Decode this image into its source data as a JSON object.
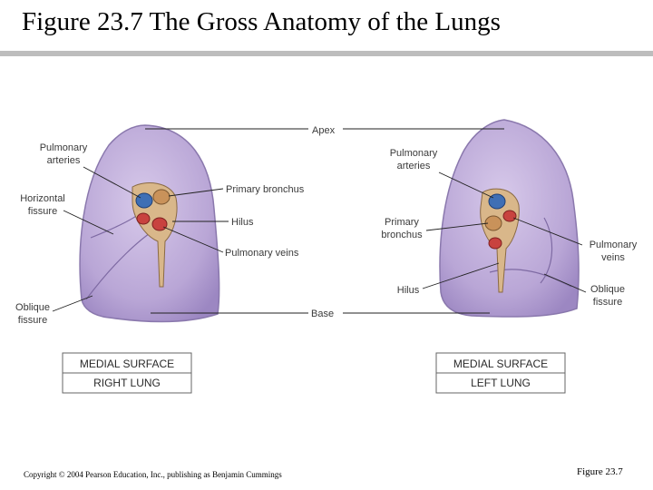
{
  "title": "Figure 23.7  The Gross Anatomy of the Lungs",
  "labels": {
    "apex": "Apex",
    "base": "Base",
    "right_pulmonary_arteries": [
      "Pulmonary",
      "arteries"
    ],
    "horizontal_fissure": [
      "Horizontal",
      "fissure"
    ],
    "oblique_fissure_right": [
      "Oblique",
      "fissure"
    ],
    "primary_bronchus_right": "Primary bronchus",
    "hilus_right": "Hilus",
    "pulmonary_veins_right": "Pulmonary veins",
    "left_pulmonary_arteries": [
      "Pulmonary",
      "arteries"
    ],
    "primary_bronchus_left": [
      "Primary",
      "bronchus"
    ],
    "hilus_left": "Hilus",
    "pulmonary_veins_left": [
      "Pulmonary",
      "veins"
    ],
    "oblique_fissure_left": [
      "Oblique",
      "fissure"
    ]
  },
  "panels": {
    "right": {
      "surface": "MEDIAL SURFACE",
      "name": "RIGHT LUNG"
    },
    "left": {
      "surface": "MEDIAL SURFACE",
      "name": "LEFT LUNG"
    }
  },
  "colors": {
    "lung_fill": "#b9a6d6",
    "lung_stroke": "#8a78ad",
    "artery": "#3f6fb5",
    "vein": "#c8423f",
    "bronchus": "#c9925a"
  },
  "footer": {
    "copyright": "Copyright © 2004 Pearson Education, Inc., publishing as Benjamin Cummings",
    "figure_number": "Figure 23.7"
  }
}
